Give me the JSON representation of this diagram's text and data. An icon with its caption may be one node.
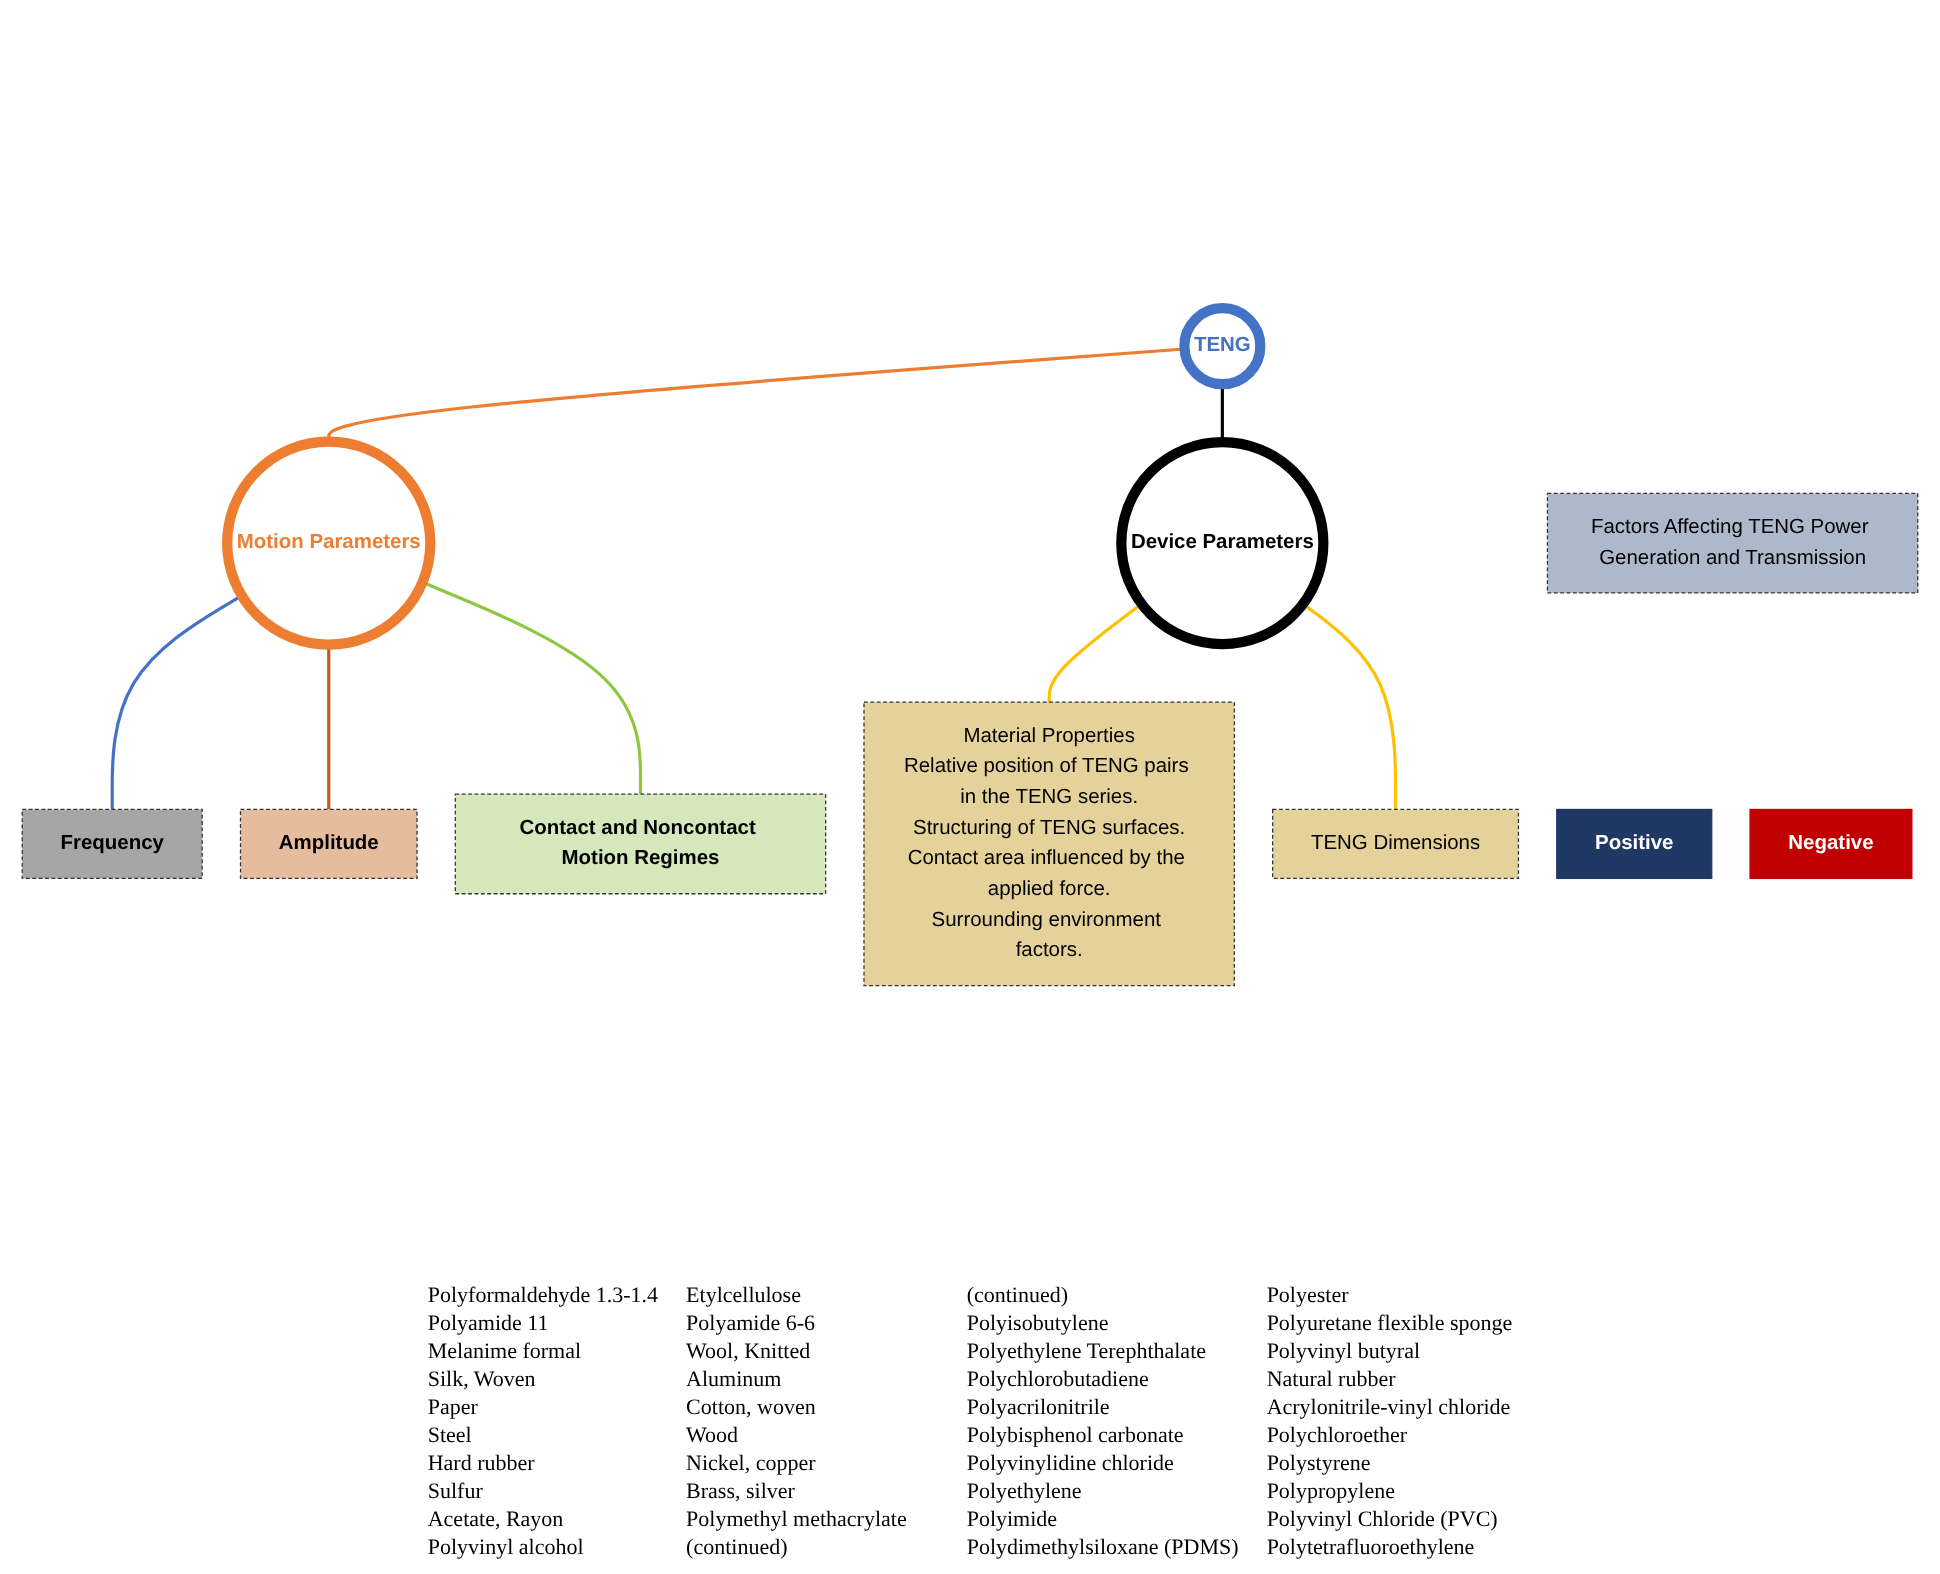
{
  "diagram": {
    "nodes": [
      {
        "text": [
          "TENG"
        ]
      },
      {
        "text": [
          "Factors Affecting TENG Power Generation and Transmission"
        ]
      },
      {
        "text": [
          "Positive"
        ]
      },
      {
        "text": [
          "Negative"
        ]
      },
      {
        "text": [
          "Motion Parameters"
        ]
      },
      {
        "text": [
          "Device Parameters"
        ]
      },
      {
        "text": [
          "Frequency"
        ]
      },
      {
        "text": [
          "Amplitude"
        ]
      },
      {
        "text": [
          "Contact and Noncontact Motion Regimes"
        ]
      },
      {
        "text": [
          "Material Properties",
          "Relative position of TENG pairs in the TENG series.",
          "Structuring of TENG surfaces.",
          "Contact area influenced by the applied force.",
          "Surrounding environment factors."
        ]
      },
      {
        "text": [
          "TENG Dimensions"
        ]
      }
    ],
    "edges": [
      {
        "from": 0,
        "to": 4,
        "arrow": "none",
        "color": "#ed7d31"
      },
      {
        "from": 0,
        "to": 5,
        "arrow": "none",
        "color": "#000000"
      },
      {
        "from": 4,
        "to": 6,
        "arrow": "none",
        "color": "#4472c4"
      },
      {
        "from": 4,
        "to": 7,
        "arrow": "none",
        "color": "#c55a11"
      },
      {
        "from": 4,
        "to": 8,
        "arrow": "none",
        "color": "#8dc63f"
      },
      {
        "from": 5,
        "to": 9,
        "arrow": "none",
        "color": "#ffc000"
      },
      {
        "from": 5,
        "to": 10,
        "arrow": "none",
        "color": "#ffc000"
      }
    ],
    "labels": [
      "Polyformaldehyde 1.3-1.4",
      "Etylcellulose",
      "Polyamide 11",
      "Polyamide 6-6",
      "Melanime formal",
      "Wool, Knitted",
      "Silk, Woven",
      "Aluminum",
      "Paper",
      "Cotton, woven",
      "Steel",
      "Wood",
      "Hard rubber",
      "Nickel, copper",
      "Sulfur",
      "Brass, silver",
      "Acetate, Rayon",
      "Polymethyl methacrylate",
      "Polyvinyl alcohol",
      "(continued)",
      "(continued)",
      "Polyester",
      "Polyisobutylene",
      "Polyuretane flexible sponge",
      "Polyethylene Terephthalate",
      "Polyvinyl butyral",
      "Polychlorobutadiene",
      "Natural rubber",
      "Polyacrilonitrile",
      "Acrylonitrile-vinyl chloride",
      "Polybisphenol carbonate",
      "Polychloroether",
      "Polyvinylidine chloride",
      "Polystyrene",
      "Polyethylene",
      "Polypropylene",
      "Polyimide",
      "Polyvinyl Chloride (PVC)",
      "Polydimethylsiloxane (PDMS)",
      "Polytetrafluoroethylene"
    ]
  }
}
